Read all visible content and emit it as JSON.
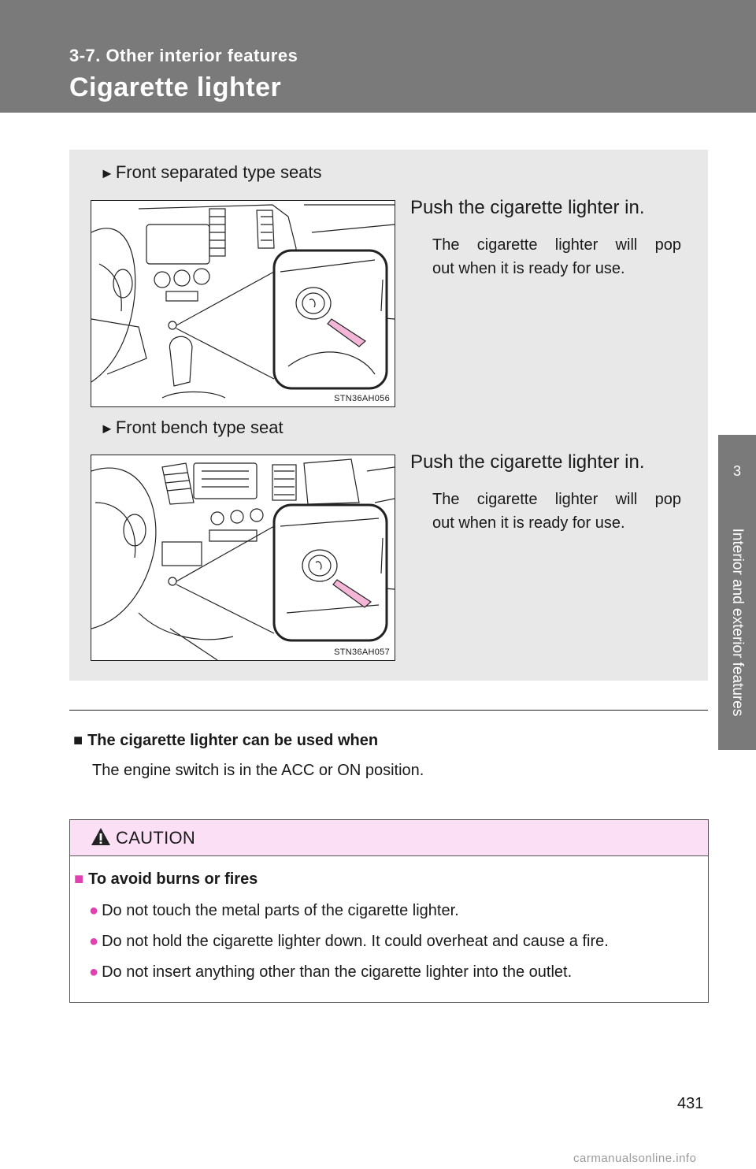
{
  "header": {
    "section": "3-7. Other interior features",
    "title": "Cigarette lighter"
  },
  "side_tab": {
    "number": "3",
    "text": "Interior and exterior features"
  },
  "panel": {
    "sections": [
      {
        "heading": "Front separated type seats",
        "figure_code": "STN36AH056",
        "instruction": "Push the cigarette lighter in.",
        "detail_line1": "The cigarette lighter will pop",
        "detail_line2": "out when it is ready for use."
      },
      {
        "heading": "Front bench type seat",
        "figure_code": "STN36AH057",
        "instruction": "Push the cigarette lighter in.",
        "detail_line1": "The cigarette lighter will pop",
        "detail_line2": "out when it is ready for use."
      }
    ]
  },
  "note": {
    "heading": "The cigarette lighter can be used when",
    "body": "The engine switch is in the ACC or ON position."
  },
  "caution": {
    "title": "CAUTION",
    "subheading": "To avoid burns or fires",
    "items": [
      "Do not touch the metal parts of the cigarette lighter.",
      "Do not hold the cigarette lighter down. It could overheat and cause a fire.",
      "Do not insert anything other than the cigarette lighter into the outlet."
    ],
    "accent_color": "#e040b0",
    "header_color": "#fbdff5"
  },
  "page_number": "431",
  "watermark": "carmanualsonline.info"
}
